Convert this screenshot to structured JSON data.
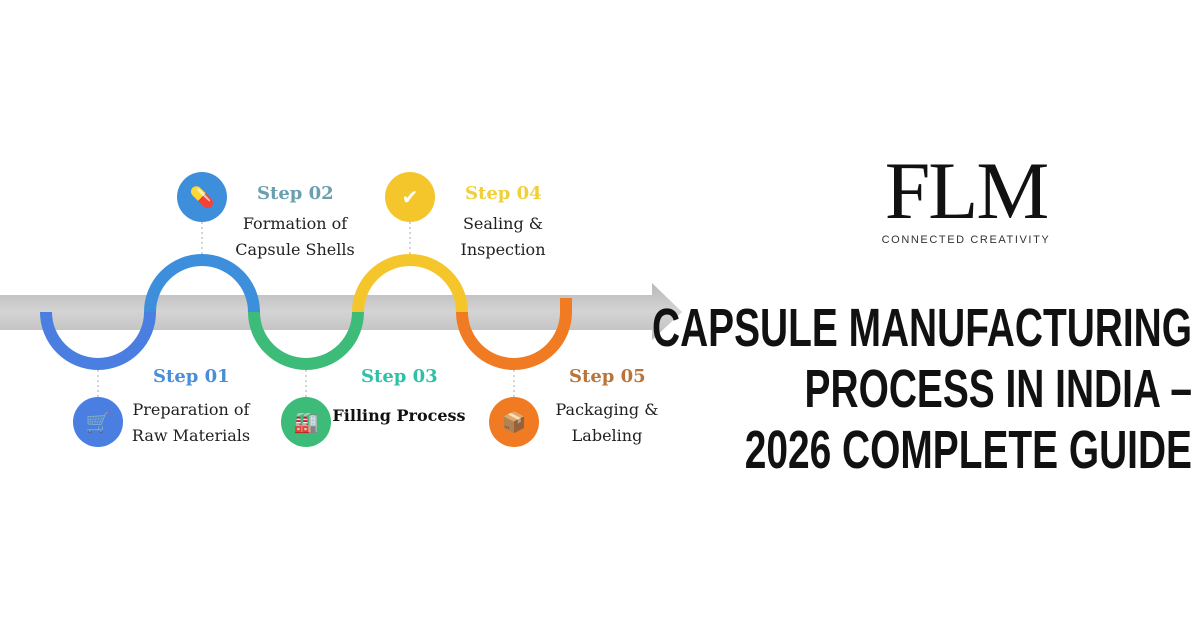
{
  "steps": [
    {
      "label": "Step 01",
      "lines": [
        "Preparation of",
        "Raw Materials"
      ],
      "color": "#4a7ee0",
      "label_color": "#4a8ed8",
      "icon": "raw-materials-icon",
      "position": "below"
    },
    {
      "label": "Step 02",
      "lines": [
        "Formation of",
        "Capsule Shells"
      ],
      "color": "#3d8fdc",
      "label_color": "#6a9fb0",
      "icon": "capsules-icon",
      "position": "above"
    },
    {
      "label": "Step 03",
      "lines": [
        "Filling Process"
      ],
      "color": "#3dbb78",
      "label_color": "#2fc0a8",
      "icon": "filling-machine-icon",
      "position": "below"
    },
    {
      "label": "Step 04",
      "lines": [
        "Sealing &",
        "Inspection"
      ],
      "color": "#f5c52c",
      "label_color": "#f0cf3a",
      "icon": "quality-badge-icon",
      "position": "above"
    },
    {
      "label": "Step 05",
      "lines": [
        "Packaging &",
        "Labeling"
      ],
      "color": "#f07b22",
      "label_color": "#b8743a",
      "icon": "package-box-icon",
      "position": "below"
    }
  ],
  "logo": {
    "mark": "FLM",
    "tagline": "CONNECTED CREATIVITY"
  },
  "title": {
    "lines": [
      "CAPSULE MANUFACTURING",
      "PROCESS IN INDIA –",
      "2026 COMPLETE GUIDE"
    ]
  },
  "colors": {
    "arrow": "#c4c4c4",
    "text": "#111111"
  }
}
